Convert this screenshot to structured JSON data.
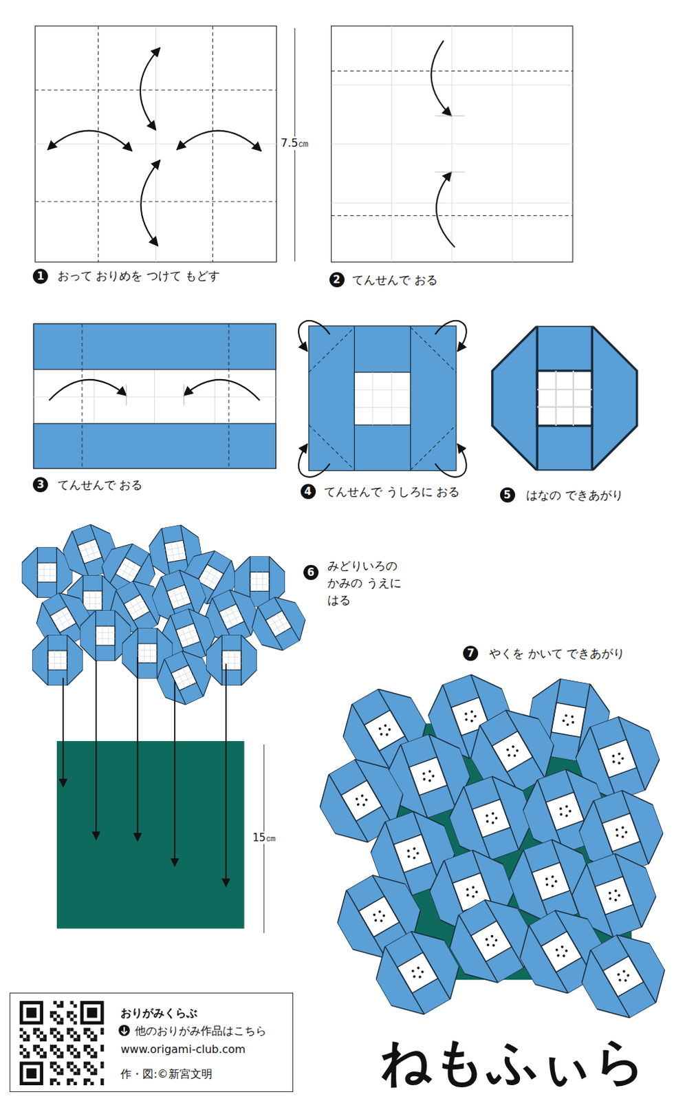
{
  "diagram": {
    "title": "ねもふぃら",
    "nodes": [
      {
        "text": [
          "おりがみくらぶ",
          "他のおりがみ作品はこちら",
          "www.origami-club.com",
          "作・図:©新宮文明"
        ]
      }
    ],
    "labels": [
      "1",
      "おって おりめを つけて もどす",
      "7.5㎝",
      "2",
      "てんせんで おる",
      "3",
      "てんせんで おる",
      "4",
      "てんせんで うしろに おる",
      "5",
      "はなの できあがり",
      "6",
      "みどりいろの かみの うえに はる",
      "15㎝",
      "7",
      "やくを かいて できあがり"
    ]
  }
}
